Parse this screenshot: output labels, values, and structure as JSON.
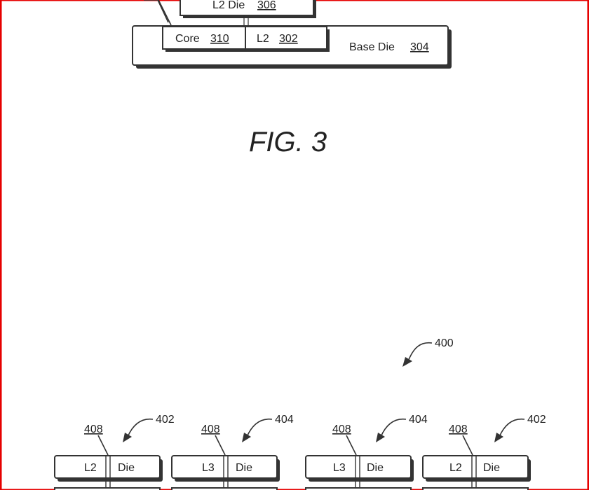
{
  "fig3": {
    "caption": "FIG. 3",
    "l2_die_label": "L2 Die",
    "l2_die_ref": "306",
    "core_label": "Core",
    "core_ref": "310",
    "l2_label": "L2",
    "l2_ref": "302",
    "base_die_label": "Base Die",
    "base_die_ref": "304"
  },
  "fig4": {
    "ref_400": "400",
    "stacks": [
      {
        "ref": "402",
        "tsv_ref": "408",
        "cache_label": "L2",
        "die_label": "Die"
      },
      {
        "ref": "404",
        "tsv_ref": "408",
        "cache_label": "L3",
        "die_label": "Die"
      },
      {
        "ref": "404",
        "tsv_ref": "408",
        "cache_label": "L3",
        "die_label": "Die"
      },
      {
        "ref": "402",
        "tsv_ref": "408",
        "cache_label": "L2",
        "die_label": "Die"
      }
    ]
  },
  "colors": {
    "stroke": "#333333",
    "border": "#e60000"
  }
}
